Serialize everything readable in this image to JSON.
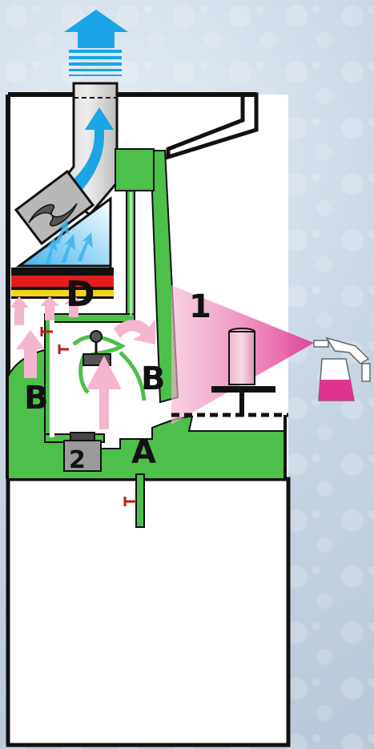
{
  "labels": {
    "one": "1",
    "two": "2",
    "a": "A",
    "b_left": "B",
    "b_right": "B",
    "d": "D"
  },
  "colors": {
    "green": "#4cc04a",
    "pink": "#e0358f",
    "pink_light": "#f5b5cf",
    "blue": "#1aa5e6",
    "red": "#e21d1d",
    "yellow": "#f2d21a",
    "grey": "#9a9a9a",
    "black": "#111111",
    "white": "#ffffff"
  },
  "icons": [
    "exhaust-arrow-icon",
    "fan-icon",
    "spray-gun-icon",
    "valve-icon"
  ]
}
